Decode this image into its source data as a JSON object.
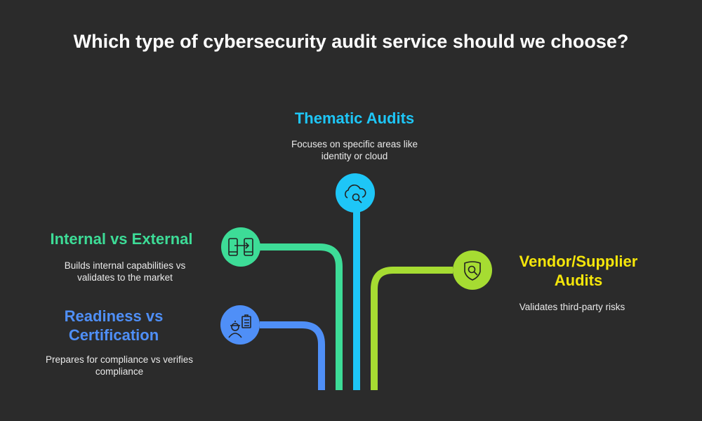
{
  "title": "Which type of cybersecurity audit service should we choose?",
  "colors": {
    "background": "#2b2b2b",
    "readiness": "#4f8ff7",
    "internal": "#3ddc97",
    "thematic": "#1ec6f7",
    "vendor": "#a6dc32",
    "vendor_title": "#f5e60a"
  },
  "options": {
    "thematic": {
      "title": "Thematic Audits",
      "desc_1": "Focuses on specific areas like",
      "desc_2": "identity or cloud",
      "icon": "cloud-search-icon"
    },
    "internal": {
      "title": "Internal vs External",
      "desc_1": "Builds internal capabilities vs",
      "desc_2": "validates to the market",
      "icon": "transfer-icon"
    },
    "readiness": {
      "title_1": "Readiness vs",
      "title_2": "Certification",
      "desc_1": "Prepares for compliance vs verifies",
      "desc_2": "compliance",
      "icon": "worker-checklist-icon"
    },
    "vendor": {
      "title_1": "Vendor/Supplier",
      "title_2": "Audits",
      "desc_1": "Validates third-party risks",
      "icon": "shield-search-icon"
    }
  }
}
